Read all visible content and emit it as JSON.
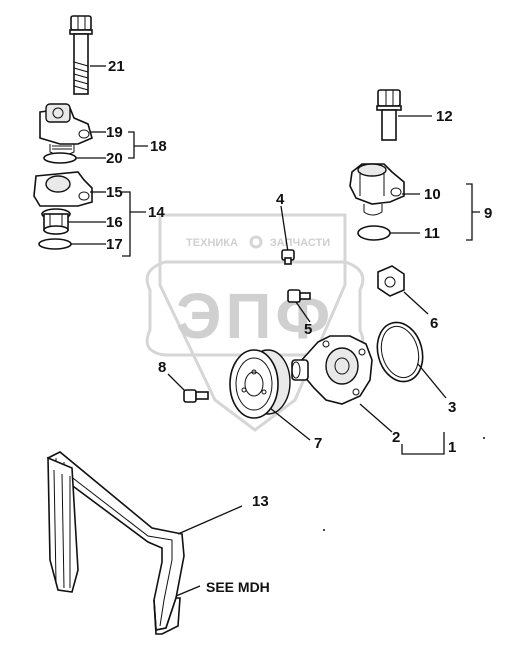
{
  "watermark": {
    "small_left": "ТЕХНИКА",
    "small_right": "ЗАПЧАСТИ",
    "big": "ЭПФ"
  },
  "callouts": [
    {
      "id": "c1",
      "label": "1"
    },
    {
      "id": "c2",
      "label": "2"
    },
    {
      "id": "c3",
      "label": "3"
    },
    {
      "id": "c4",
      "label": "4"
    },
    {
      "id": "c5",
      "label": "5"
    },
    {
      "id": "c6",
      "label": "6"
    },
    {
      "id": "c7",
      "label": "7"
    },
    {
      "id": "c8",
      "label": "8"
    },
    {
      "id": "c9",
      "label": "9"
    },
    {
      "id": "c10",
      "label": "10"
    },
    {
      "id": "c11",
      "label": "11"
    },
    {
      "id": "c12",
      "label": "12"
    },
    {
      "id": "c13",
      "label": "13"
    },
    {
      "id": "c14",
      "label": "14"
    },
    {
      "id": "c15",
      "label": "15"
    },
    {
      "id": "c16",
      "label": "16"
    },
    {
      "id": "c17",
      "label": "17"
    },
    {
      "id": "c18",
      "label": "18"
    },
    {
      "id": "c19",
      "label": "19"
    },
    {
      "id": "c20",
      "label": "20"
    },
    {
      "id": "c21",
      "label": "21"
    }
  ],
  "note": "SEE MDH",
  "colors": {
    "ink": "#111111",
    "watermark": "#d0d0d0"
  }
}
